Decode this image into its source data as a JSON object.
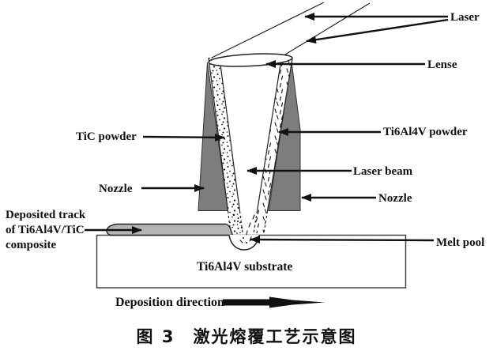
{
  "diagram": {
    "labels": {
      "laser": "Laser",
      "lense": "Lense",
      "tic_powder": "TiC powder",
      "ti6al4v_powder": "Ti6Al4V powder",
      "laser_beam": "Laser beam",
      "nozzle_left": "Nozzle",
      "nozzle_right": "Nozzle",
      "deposited_track_line1": "Deposited track",
      "deposited_track_line2": "of Ti6Al4V/TiC",
      "deposited_track_line3": "composite",
      "melt_pool": "Melt pool",
      "substrate": "Ti6Al4V substrate",
      "deposition_direction": "Deposition direction"
    },
    "caption": "图 3　激光熔覆工艺示意图",
    "colors": {
      "nozzle_gray": "#7d7d7d",
      "track_gray": "#b5b5b5",
      "ink": "#111111",
      "background": "#ffffff"
    }
  }
}
